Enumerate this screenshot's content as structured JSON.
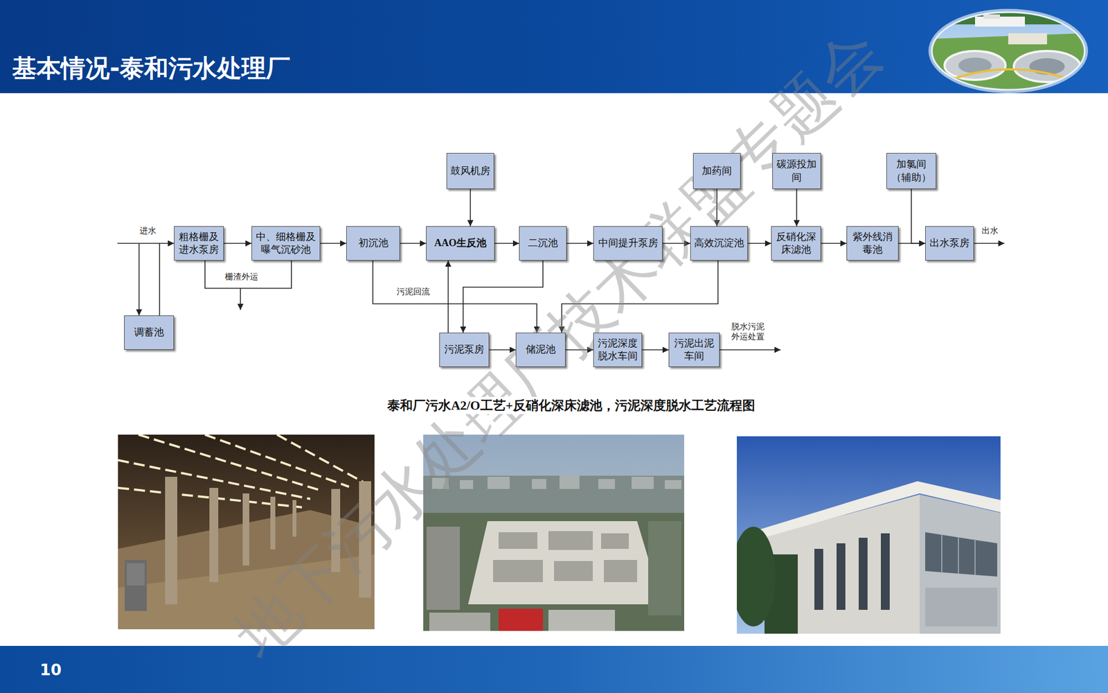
{
  "diagram": {
    "title": "基本情况-泰和污水处理厂",
    "caption": "泰和厂污水A2/O工艺+反硝化深床滤池，污泥深度脱水工艺流程图",
    "nodes": [
      {
        "text": [
          "鼓风机房"
        ]
      },
      {
        "text": [
          "加药间"
        ]
      },
      {
        "text": [
          "碳源投加 间"
        ]
      },
      {
        "text": [
          "加氯间 （辅助）"
        ]
      },
      {
        "text": [
          "粗格栅及 进水泵房"
        ]
      },
      {
        "text": [
          "中、细格栅及 曝气沉砂池"
        ]
      },
      {
        "text": [
          "初沉池"
        ]
      },
      {
        "text": [
          "AAO生反池"
        ]
      },
      {
        "text": [
          "二沉池"
        ]
      },
      {
        "text": [
          "中间提升泵房"
        ]
      },
      {
        "text": [
          "高效沉淀池"
        ]
      },
      {
        "text": [
          "反硝化深 床滤池"
        ]
      },
      {
        "text": [
          "紫外线消 毒池"
        ]
      },
      {
        "text": [
          "出水泵房"
        ]
      },
      {
        "text": [
          "调蓄池"
        ]
      },
      {
        "text": [
          "污泥泵房"
        ]
      },
      {
        "text": [
          "储泥池"
        ]
      },
      {
        "text": [
          "污泥深度 脱水车间"
        ]
      },
      {
        "text": [
          "污泥出泥 车间"
        ]
      }
    ],
    "edges": [
      {
        "from": 14,
        "to": 4,
        "arrow": "to"
      },
      {
        "from": 4,
        "to": 5,
        "arrow": "to"
      },
      {
        "from": 5,
        "to": 6,
        "arrow": "to"
      },
      {
        "from": 6,
        "to": 7,
        "arrow": "to"
      },
      {
        "from": 7,
        "to": 8,
        "arrow": "to"
      },
      {
        "from": 8,
        "to": 9,
        "arrow": "to"
      },
      {
        "from": 9,
        "to": 10,
        "arrow": "to"
      },
      {
        "from": 10,
        "to": 11,
        "arrow": "to"
      },
      {
        "from": 11,
        "to": 12,
        "arrow": "to"
      },
      {
        "from": 12,
        "to": 13,
        "arrow": "to"
      },
      {
        "from": 0,
        "to": 7,
        "arrow": "to"
      },
      {
        "from": 1,
        "to": 10,
        "arrow": "to"
      },
      {
        "from": 2,
        "to": 11,
        "arrow": "to"
      },
      {
        "from": 3,
        "to": 13,
        "arrow": "to"
      },
      {
        "from": 8,
        "to": 15,
        "arrow": "to"
      },
      {
        "from": 15,
        "to": 7,
        "arrow": "to"
      },
      {
        "from": 6,
        "to": 16,
        "arrow": "to"
      },
      {
        "from": 10,
        "to": 16,
        "arrow": "to"
      },
      {
        "from": 15,
        "to": 16,
        "arrow": "to"
      },
      {
        "from": 16,
        "to": 17,
        "arrow": "to"
      },
      {
        "from": 17,
        "to": 18,
        "arrow": "to"
      }
    ],
    "labels": [
      "进水",
      "栅渣外运",
      "污泥回流",
      "脱水污泥 外运处置",
      "出水",
      "10",
      "地下污水处理厂技术联盟专题会"
    ]
  }
}
